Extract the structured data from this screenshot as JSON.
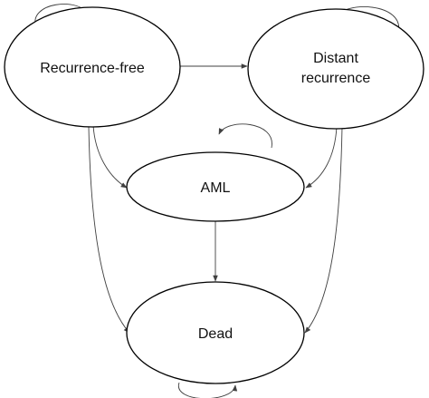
{
  "states": {
    "recurrence_free": {
      "label": "Recurrence-free"
    },
    "distant_recurrence": {
      "line1": "Distant",
      "line2": "recurrence"
    },
    "aml": {
      "label": "AML"
    },
    "dead": {
      "label": "Dead"
    }
  },
  "colors": {
    "stroke": "#000000",
    "arrow": "#404040",
    "background": "#ffffff"
  }
}
